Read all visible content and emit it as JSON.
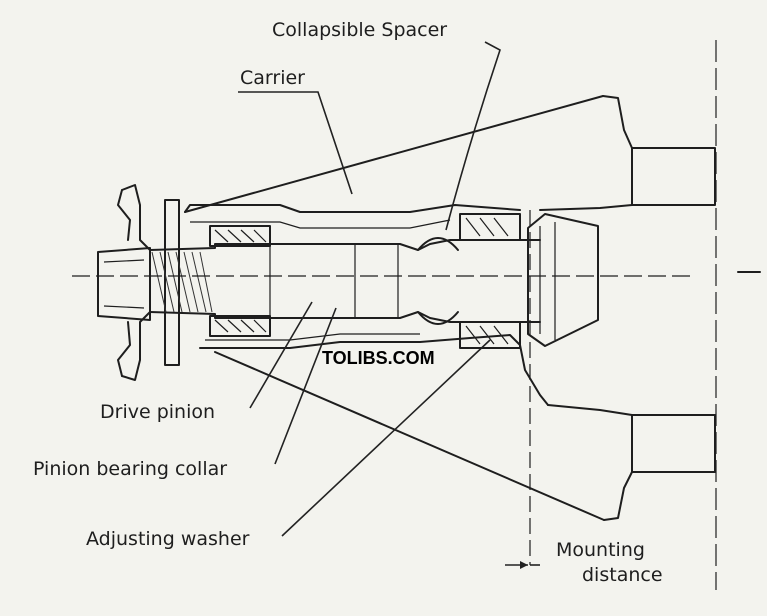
{
  "labels": {
    "collapsible_spacer": "Collapsible Spacer",
    "carrier": "Carrier",
    "drive_pinion": "Drive pinion",
    "pinion_bearing_collar": "Pinion bearing collar",
    "adjusting_washer": "Adjusting washer",
    "mounting_distance_line1": "Mounting",
    "mounting_distance_line2": "distance"
  },
  "watermark": "TOLIBS.COM",
  "colors": {
    "paper": "#f3f3ee",
    "ink": "#1e1e1e"
  }
}
